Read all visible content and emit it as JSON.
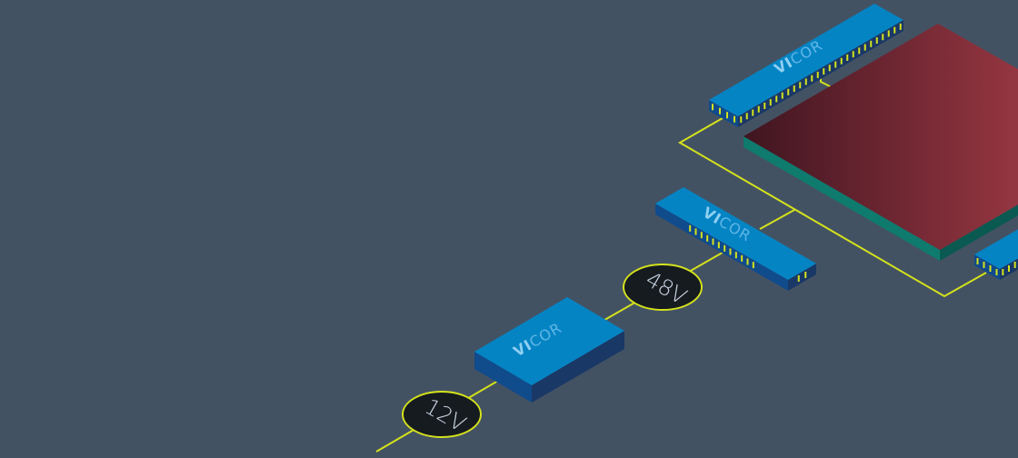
{
  "colors": {
    "background": "#435263",
    "wire": "#d4e21c",
    "module_top": "#0584c4",
    "module_side_left": "#104b8c",
    "module_side_right": "#1a3866",
    "die_dark": "#3f1520",
    "die_light": "#b9444f",
    "substrate": "#0f7a6e",
    "voltage_badge": "#161b20"
  },
  "voltages": {
    "input": "12V",
    "bus": "48V"
  },
  "modules": [
    {
      "brand_bold": "VI",
      "brand_rest": "COR"
    },
    {
      "brand_bold": "VI",
      "brand_rest": "COR"
    },
    {
      "brand_bold": "VI",
      "brand_rest": "COR"
    }
  ]
}
